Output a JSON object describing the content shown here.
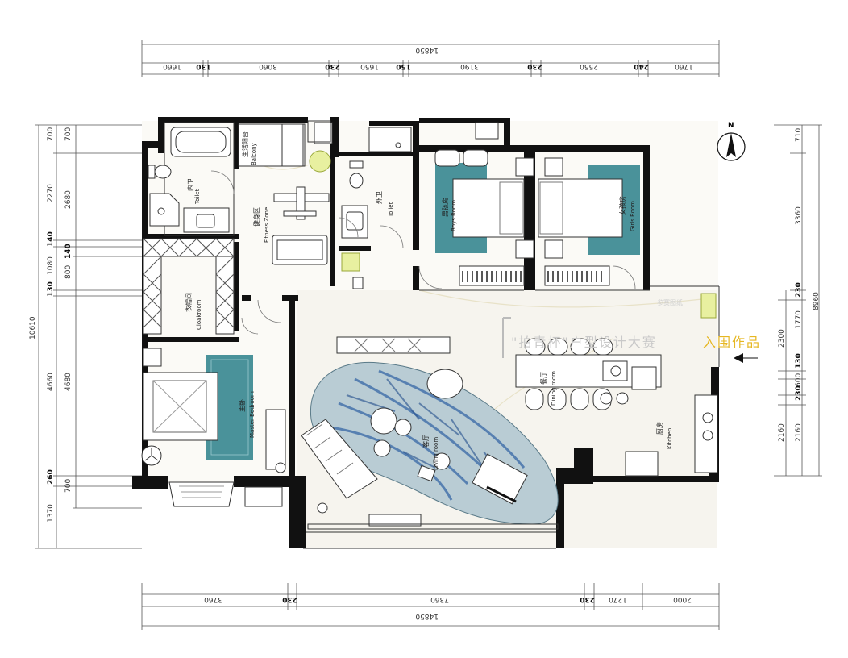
{
  "dimensions": {
    "top_total": "14850",
    "top": [
      "1660",
      "130",
      "3060",
      "230",
      "1650",
      "150",
      "3190",
      "230",
      "2550",
      "240",
      "1760"
    ],
    "bottom_total": "14850",
    "bottom": [
      "3760",
      "230",
      "7360",
      "230",
      "1270",
      "2000"
    ],
    "left_total": "10610",
    "left_outer": [
      "700",
      "2270",
      "140",
      "1080",
      "130",
      "4660",
      "260",
      "1370"
    ],
    "left_inner": [
      "700",
      "2680",
      "140",
      "800",
      "4680",
      "700"
    ],
    "right_total": "8960",
    "right_outer": [
      "710",
      "3360"
    ],
    "right_inner": [
      "230",
      "1770",
      "2300",
      "130",
      "600",
      "230",
      "2160",
      "2160"
    ]
  },
  "rooms": {
    "inner_toilet": {
      "cn": "内卫",
      "en": "Toilet"
    },
    "balcony": {
      "cn": "生活阳台",
      "en": "Balcony"
    },
    "fitness": {
      "cn": "健身区",
      "en": "Fitness Zone"
    },
    "outer_toilet": {
      "cn": "外卫",
      "en": "Toilet"
    },
    "boys_room": {
      "cn": "男孩房",
      "en": "Boys Room"
    },
    "girls_room": {
      "cn": "女孩房",
      "en": "Girls Room"
    },
    "cloakroom": {
      "cn": "衣帽间",
      "en": "Cloakroom"
    },
    "master_bedroom": {
      "cn": "主卧",
      "en": "Master Bedroom"
    },
    "dining": {
      "cn": "餐厅",
      "en": "Dining room"
    },
    "living": {
      "cn": "客厅",
      "en": "Living room"
    },
    "kitchen": {
      "cn": "厨房",
      "en": "Kitchen"
    }
  },
  "compass": {
    "label": "N"
  },
  "watermark": {
    "line1": "\"拍青杯\"户型设计大赛",
    "line2": "入围作品",
    "small": "参赛图纸"
  },
  "colors": {
    "wall": "#111111",
    "rug_teal": "#2a7f8a",
    "rug_blue": "#2d5fa3",
    "accent_yellow": "#e6b722",
    "marble": "#f3f1ea"
  }
}
